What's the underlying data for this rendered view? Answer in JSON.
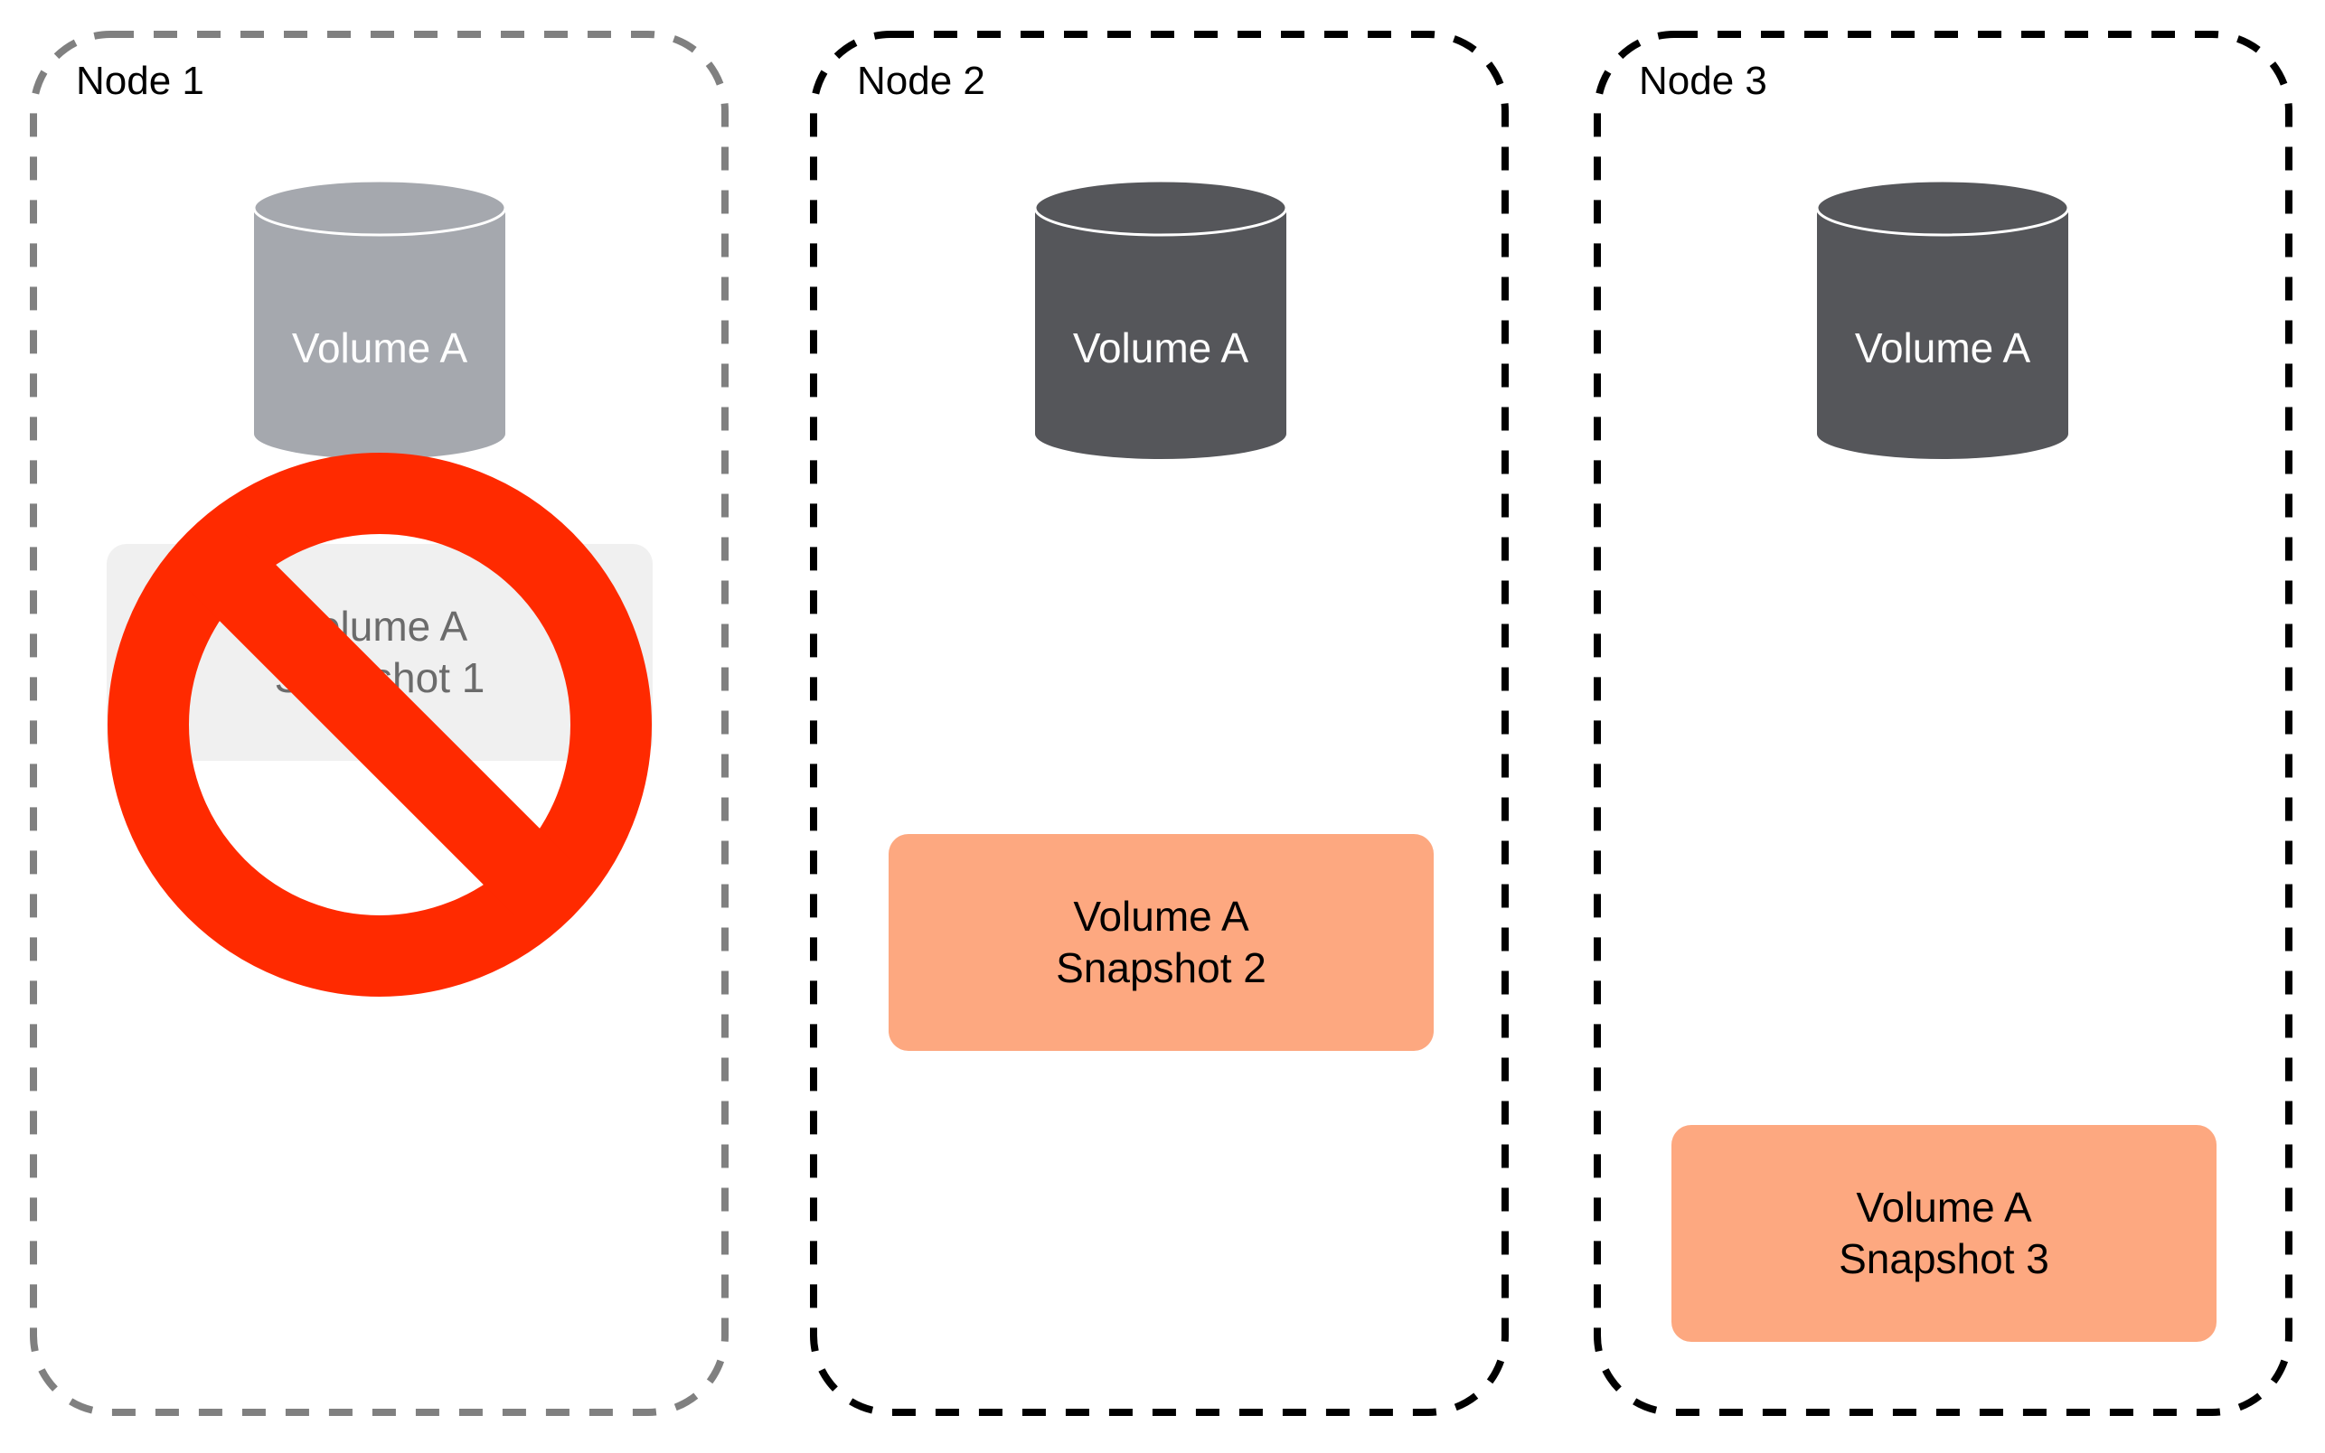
{
  "colors": {
    "node_border_active": "#000000",
    "node_border_inactive": "#808080",
    "volume_active": "#55565a",
    "volume_inactive": "#a5a8ae",
    "snapshot_active": "#fda880",
    "snapshot_inactive": "#f0f0f0",
    "prohibited": "#ff2a00"
  },
  "nodes": [
    {
      "label": "Node 1",
      "status": "unavailable",
      "volume": {
        "label": "Volume A"
      },
      "snapshot": {
        "line1": "Volume A",
        "line2": "Snapshot 1"
      },
      "overlay_icon": "prohibited-icon"
    },
    {
      "label": "Node 2",
      "status": "available",
      "volume": {
        "label": "Volume A"
      },
      "snapshot": {
        "line1": "Volume A",
        "line2": "Snapshot 2"
      }
    },
    {
      "label": "Node 3",
      "status": "available",
      "volume": {
        "label": "Volume A"
      },
      "snapshot": {
        "line1": "Volume A",
        "line2": "Snapshot 3"
      }
    }
  ]
}
